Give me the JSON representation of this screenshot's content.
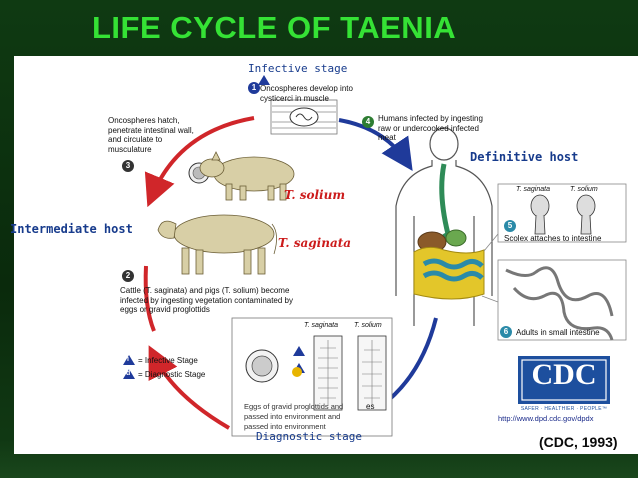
{
  "slide": {
    "title": "LIFE CYCLE OF TAENIA",
    "citation": "(CDC, 1993)"
  },
  "diagram": {
    "stage_labels": {
      "infective": "Infective stage",
      "diagnostic": "Diagnostic stage",
      "definitive_host": "Definitive host",
      "intermediate_host": "Intermediate host"
    },
    "steps": [
      {
        "num": "1",
        "text": "Oncospheres develop into cysticerci in muscle"
      },
      {
        "num": "2",
        "text": "Cattle (T. saginata) and pigs (T. solium) become infected by ingesting vegetation contaminated by eggs or gravid proglottids"
      },
      {
        "num": "3",
        "text": "Oncospheres hatch, penetrate intestinal wall, and circulate to musculature"
      },
      {
        "num": "4",
        "text": "Humans infected by ingesting raw or undercooked infected meat"
      },
      {
        "num": "5",
        "text": "Scolex attaches to intestine"
      },
      {
        "num": "6",
        "text": "Adults in small intestine"
      }
    ],
    "species": {
      "solium": "T. solium",
      "saginata": "T. saginata"
    },
    "inset_labels": {
      "scolex_saginata": "T. saginata",
      "scolex_solium": "T. solium",
      "proglottid_saginata": "T. saginata",
      "proglottid_solium": "T. solium"
    },
    "legend": {
      "infective_marker": "i",
      "diagnostic_marker": "d",
      "infective_text": "= Infective Stage",
      "diagnostic_text": "= Diagnostic Stage"
    },
    "eggs_note": "Eggs of gravid proglottids and passed into environment and passed into environment",
    "eggs_tail": "es",
    "cdc": {
      "logo_text": "CDC",
      "tagline": "SAFER · HEALTHIER · PEOPLE™",
      "url": "http://www.dpd.cdc.gov/dpdx"
    },
    "colors": {
      "arrow_red": "#d0262a",
      "arrow_blue": "#1f3a9a",
      "title_green": "#35e235",
      "cdc_blue": "#1d4f9e"
    }
  }
}
